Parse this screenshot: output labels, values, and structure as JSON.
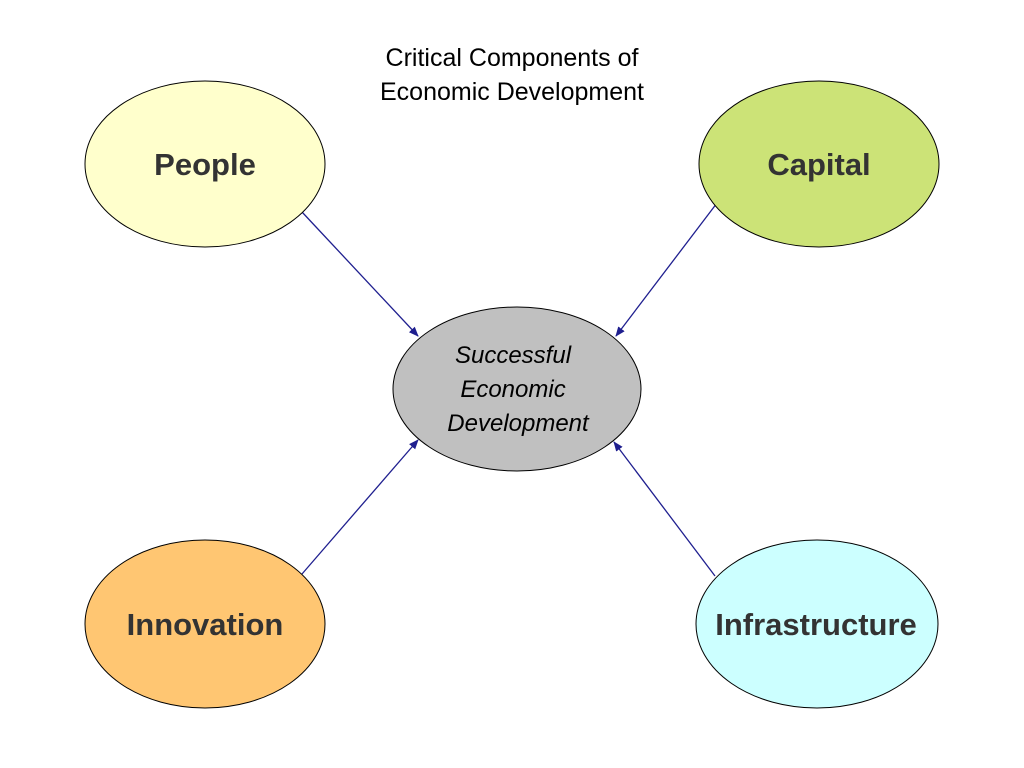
{
  "title": {
    "line1": "Critical Components of",
    "line2": "Economic Development"
  },
  "center": {
    "line1": "Successful",
    "line2": "Economic",
    "line3": "Development",
    "color": "#c0c0c0"
  },
  "nodes": {
    "people": {
      "label": "People",
      "color": "#ffffcc"
    },
    "capital": {
      "label": "Capital",
      "color": "#cce377"
    },
    "innovation": {
      "label": "Innovation",
      "color": "#ffc672"
    },
    "infrastructure": {
      "label": "Infrastructure",
      "color": "#ccffff"
    }
  },
  "arrow_color": "#1f1f8f"
}
